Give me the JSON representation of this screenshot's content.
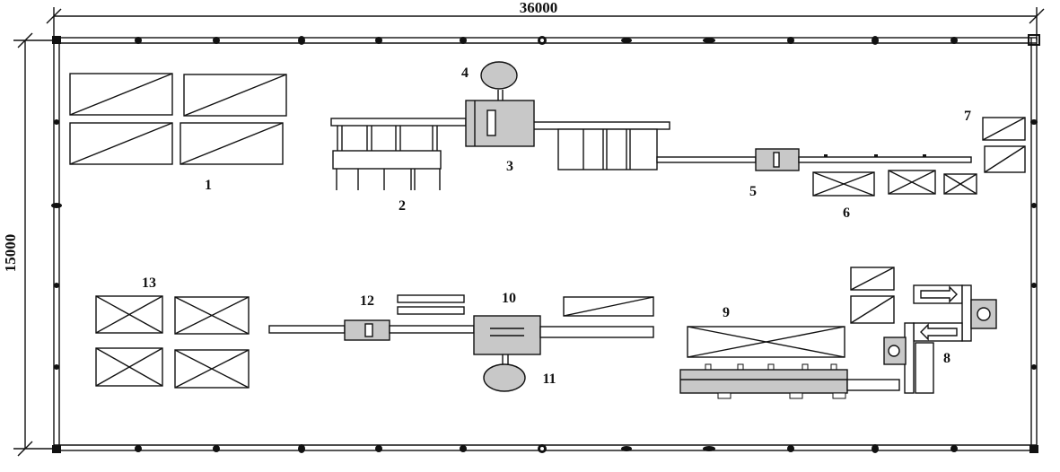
{
  "dimensions": {
    "width_label": "36000",
    "height_label": "15000"
  },
  "labels": [
    "1",
    "2",
    "3",
    "4",
    "5",
    "6",
    "7",
    "8",
    "9",
    "10",
    "11",
    "12",
    "13"
  ]
}
